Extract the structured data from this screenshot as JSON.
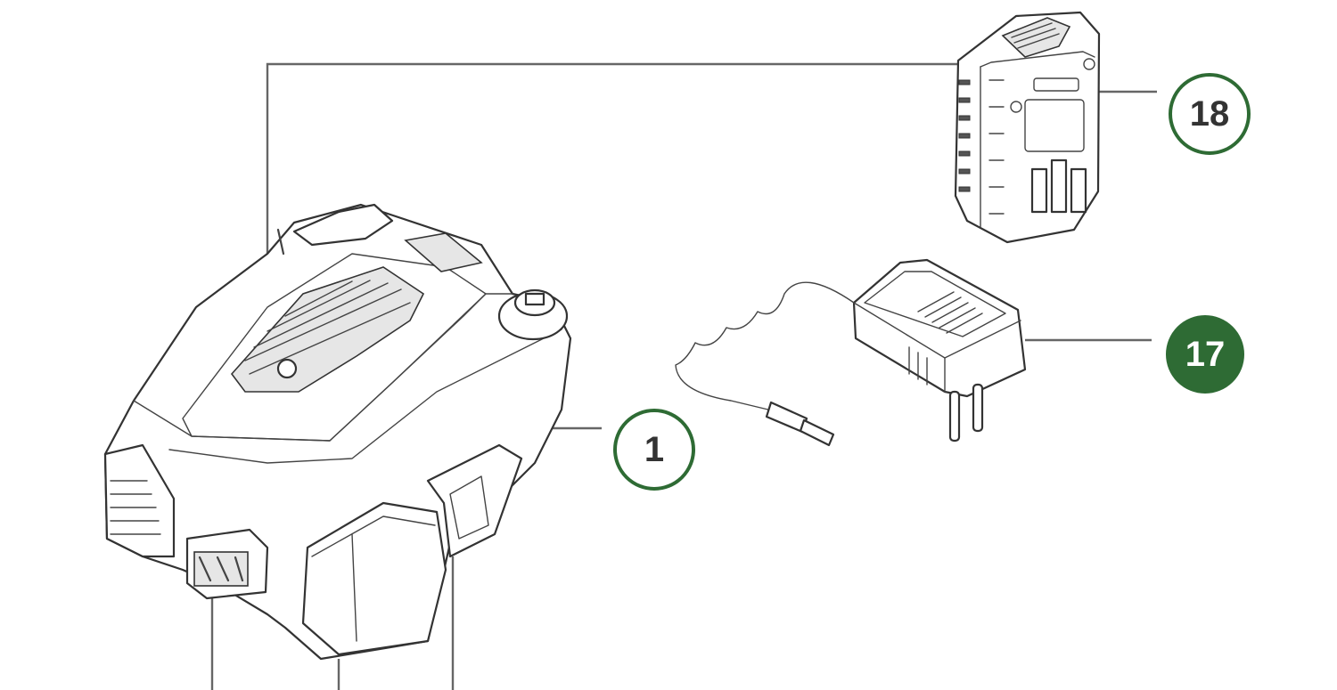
{
  "callouts": [
    {
      "id": "battery",
      "label": "18",
      "style": "outline"
    },
    {
      "id": "charger",
      "label": "17",
      "style": "filled"
    },
    {
      "id": "engine",
      "label": "1",
      "style": "outline"
    }
  ],
  "colors": {
    "callout_green": "#2e6b34",
    "callout_text_outline": "#333333",
    "callout_text_filled": "#ffffff",
    "line_art": "#333333"
  }
}
